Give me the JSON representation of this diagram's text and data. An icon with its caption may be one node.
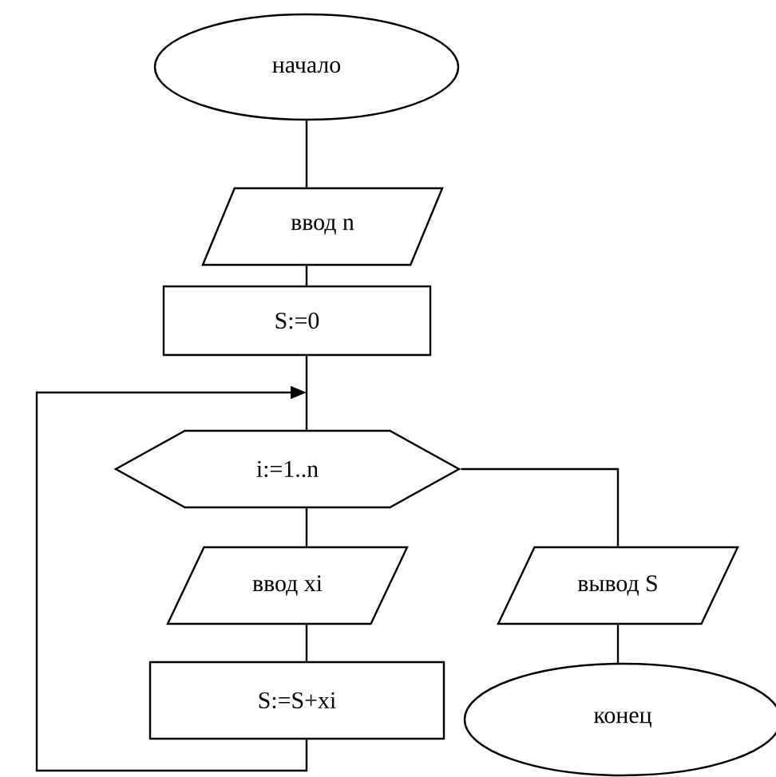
{
  "diagram": {
    "nodes": [
      {
        "text": [
          "начало"
        ]
      },
      {
        "text": [
          "ввод n"
        ]
      },
      {
        "text": [
          "S:=0"
        ]
      },
      {
        "text": [
          "i:=1..n"
        ]
      },
      {
        "text": [
          "ввод xi"
        ]
      },
      {
        "text": [
          "S:=S+xi"
        ]
      },
      {
        "text": [
          "вывод S"
        ]
      },
      {
        "text": [
          "конец"
        ]
      }
    ],
    "edges": [
      {
        "from": 0,
        "to": 1,
        "arrow": "none"
      },
      {
        "from": 1,
        "to": 2,
        "arrow": "none"
      },
      {
        "from": 2,
        "to": 3,
        "arrow": "none"
      },
      {
        "from": 3,
        "to": 4,
        "arrow": "none"
      },
      {
        "from": 4,
        "to": 5,
        "arrow": "none"
      },
      {
        "from": 5,
        "to": 3,
        "arrow": "to"
      },
      {
        "from": 3,
        "to": 6,
        "arrow": "none"
      },
      {
        "from": 6,
        "to": 7,
        "arrow": "none"
      }
    ]
  }
}
